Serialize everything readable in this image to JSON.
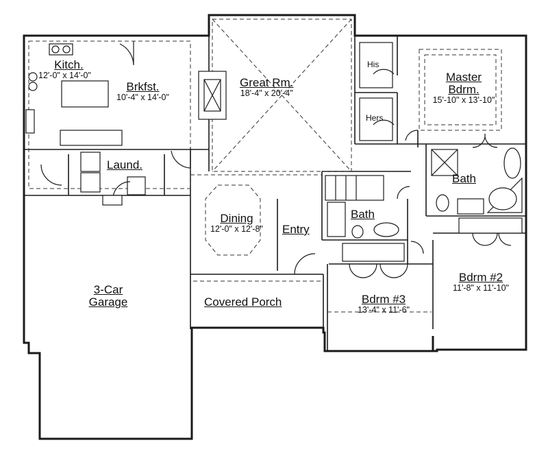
{
  "rooms": {
    "kitchen": {
      "name": "Kitch.",
      "dims": "12'-0\" x 14'-0\""
    },
    "breakfast": {
      "name": "Brkfst.",
      "dims": "10'-4\" x 14'-0\""
    },
    "great_room": {
      "name": "Great Rm.",
      "dims": "18'-4\" x 20'-4\""
    },
    "his_closet": {
      "name": "His"
    },
    "hers_closet": {
      "name": "Hers"
    },
    "master_bedroom": {
      "name": "Master",
      "name2": "Bdrm.",
      "dims": "15'-10\" x 13'-10\""
    },
    "laundry": {
      "name": "Laund."
    },
    "master_bath": {
      "name": "Bath"
    },
    "dining": {
      "name": "Dining",
      "dims": "12'-0\" x 12'-8\""
    },
    "entry": {
      "name": "Entry"
    },
    "hall_bath": {
      "name": "Bath"
    },
    "garage": {
      "name": "3-Car",
      "name2": "Garage"
    },
    "covered_porch": {
      "name": "Covered Porch"
    },
    "bedroom_3": {
      "name": "Bdrm #3",
      "dims": "13'-4\" x 11'-6\""
    },
    "bedroom_2": {
      "name": "Bdrm #2",
      "dims": "11'-8\" x 11'-10\""
    }
  }
}
